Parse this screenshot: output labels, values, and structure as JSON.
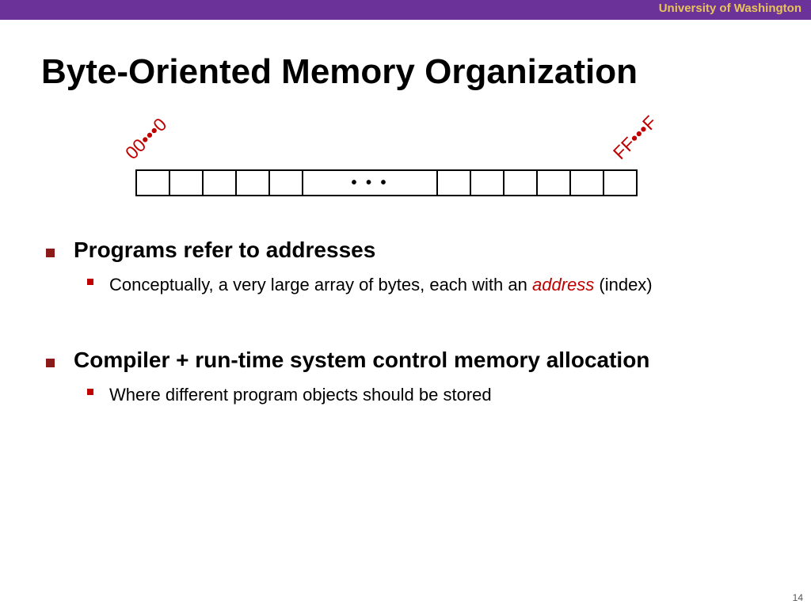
{
  "header": {
    "university": "University of Washington",
    "bar_color": "#6b3399",
    "text_color": "#e8c35a"
  },
  "title": "Byte-Oriented Memory Organization",
  "diagram": {
    "start_address": "00•••0",
    "end_address": "FF•••F",
    "ellipsis": "• • •",
    "left_cells": 5,
    "right_cells": 6
  },
  "bullets": [
    {
      "text": "Programs refer to addresses",
      "sub": {
        "before": "Conceptually, a very large array of bytes, each with an ",
        "emphasis": "address",
        "after": " (index)"
      }
    },
    {
      "text": "Compiler + run-time system control memory allocation",
      "sub": {
        "text": "Where different program objects should be stored"
      }
    }
  ],
  "page_number": "14"
}
